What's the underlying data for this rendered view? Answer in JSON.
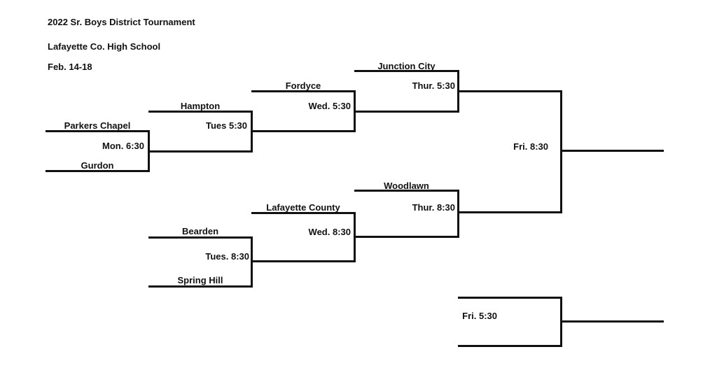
{
  "header": {
    "title": "2022 Sr. Boys District Tournament",
    "location": "Lafayette Co. High School",
    "dates": "Feb. 14-18"
  },
  "bracket": {
    "round1": {
      "team_top": "Parkers Chapel",
      "team_bottom": "Gurdon",
      "time": "Mon. 6:30"
    },
    "round2": {
      "top": {
        "team": "Hampton",
        "time": "Tues 5:30"
      },
      "bottom": {
        "team_top": "Bearden",
        "team_bottom": "Spring Hill",
        "time": "Tues. 8:30"
      }
    },
    "round3": {
      "top": {
        "team": "Fordyce",
        "time": "Wed. 5:30"
      },
      "bottom": {
        "team": "Lafayette County",
        "time": "Wed. 8:30"
      }
    },
    "round4": {
      "top": {
        "team": "Junction City",
        "time": "Thur. 5:30"
      },
      "bottom": {
        "team": "Woodlawn",
        "time": "Thur. 8:30"
      }
    },
    "final": {
      "time": "Fri. 8:30"
    },
    "consolation": {
      "time": "Fri. 5:30"
    }
  }
}
